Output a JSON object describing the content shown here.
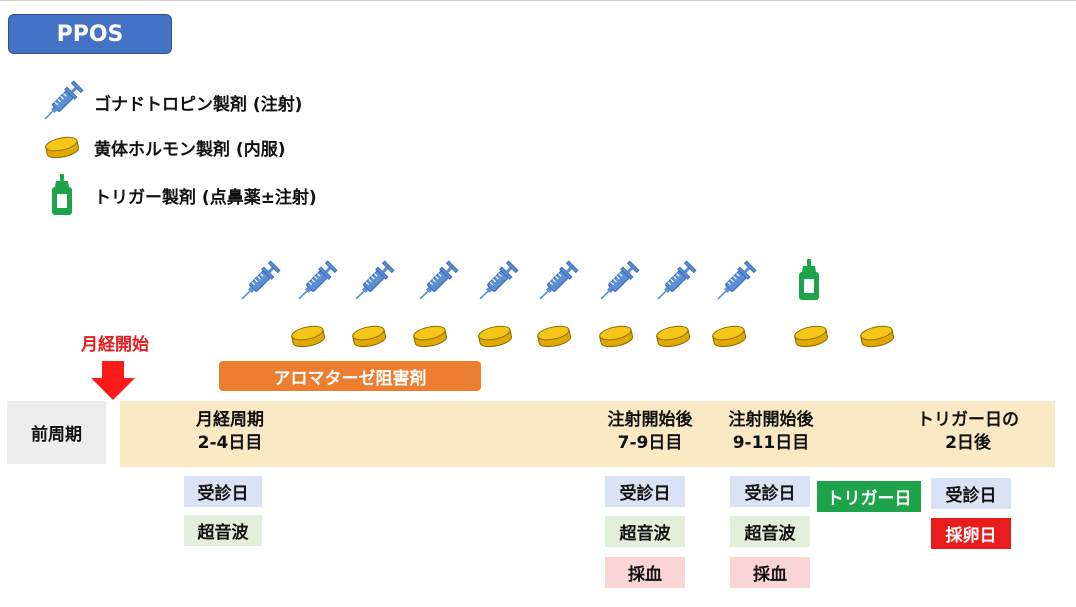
{
  "title": "PPOS",
  "legend": [
    {
      "icon": "syringe-icon",
      "label": "ゴナドトロピン製剤 (注射)"
    },
    {
      "icon": "tablet-icon",
      "label": "黄体ホルモン製剤 (内服)"
    },
    {
      "icon": "nasal-spray-icon",
      "label": "トリガー製剤 (点鼻薬±注射)"
    }
  ],
  "aromatase_label": "アロマターゼ阻害剤",
  "period_start_label": "月経開始",
  "pre_cycle_label": "前周期",
  "phases": [
    {
      "line1": "月経周期",
      "line2": "2-4日目"
    },
    {
      "line1": "注射開始後",
      "line2": "7-9日目"
    },
    {
      "line1": "注射開始後",
      "line2": "9-11日目"
    },
    {
      "line1": "トリガー日の",
      "line2": "2日後"
    }
  ],
  "tags": {
    "visit": "受診日",
    "ultrasound": "超音波",
    "blood": "採血",
    "trigger_day": "トリガー日",
    "retrieval_day": "採卵日"
  },
  "colors": {
    "title_bg": "#4472c4",
    "syringe": "#5b8fd6",
    "tablet": "#f5c518",
    "spray": "#1ea24a",
    "aromatase": "#ed7d31",
    "band": "#fbe9c5",
    "arrow": "#ff1a1a"
  }
}
